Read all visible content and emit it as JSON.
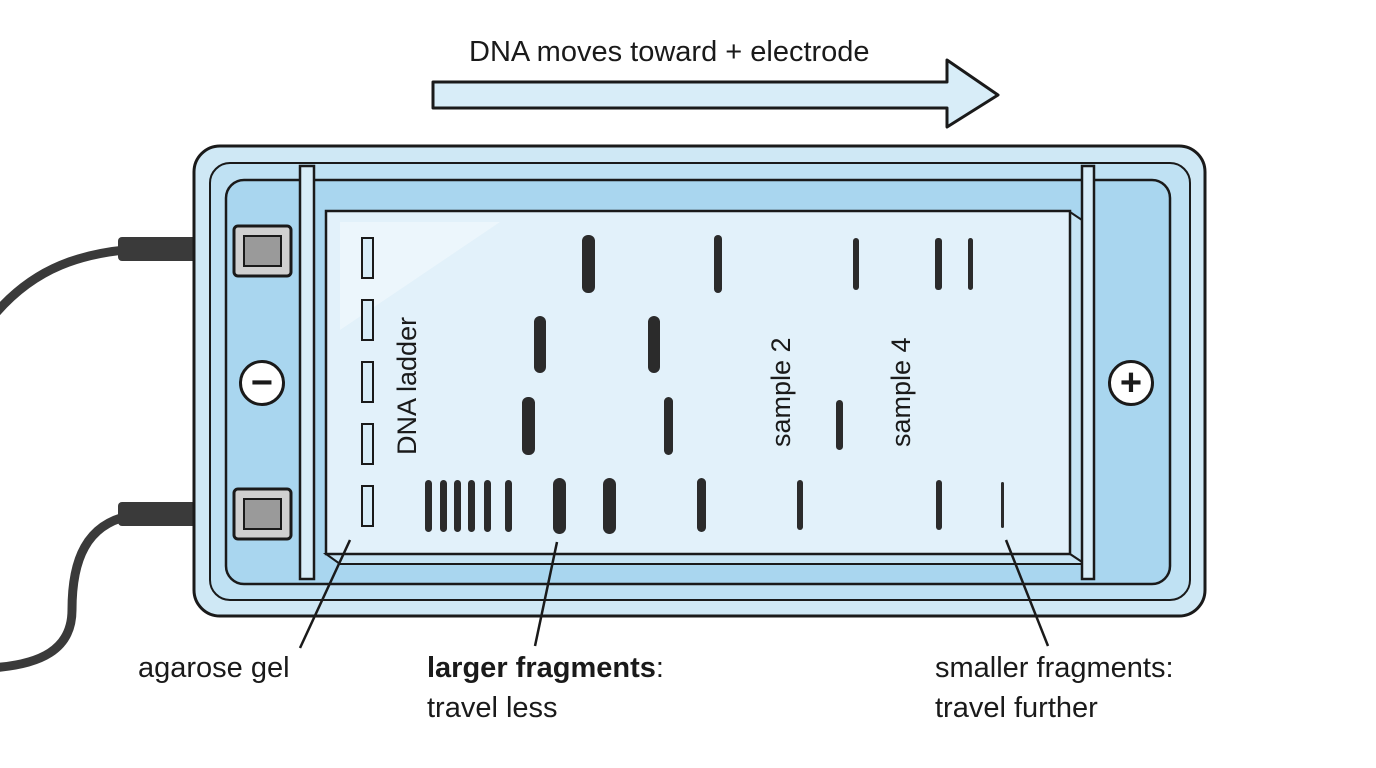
{
  "diagram": {
    "direction_label": "DNA moves toward + electrode",
    "electrodes": {
      "negative": "−",
      "positive": "+"
    },
    "lanes": {
      "ladder": "DNA ladder",
      "sample2": "sample 2",
      "sample4": "sample 4"
    },
    "callouts": {
      "gel": "agarose gel",
      "larger_strong": "larger fragments",
      "larger_rest": ":",
      "larger_line2": "travel less",
      "smaller_line1": "smaller fragments:",
      "smaller_line2": "travel further"
    },
    "colors": {
      "tank_fill": "#cfe8f5",
      "tank_inner": "#a9d6ef",
      "gel_fill": "#e2f1fa",
      "arrow_fill": "#d8edf8",
      "band": "#2b2b2b",
      "outline": "#1a1a1a"
    }
  }
}
